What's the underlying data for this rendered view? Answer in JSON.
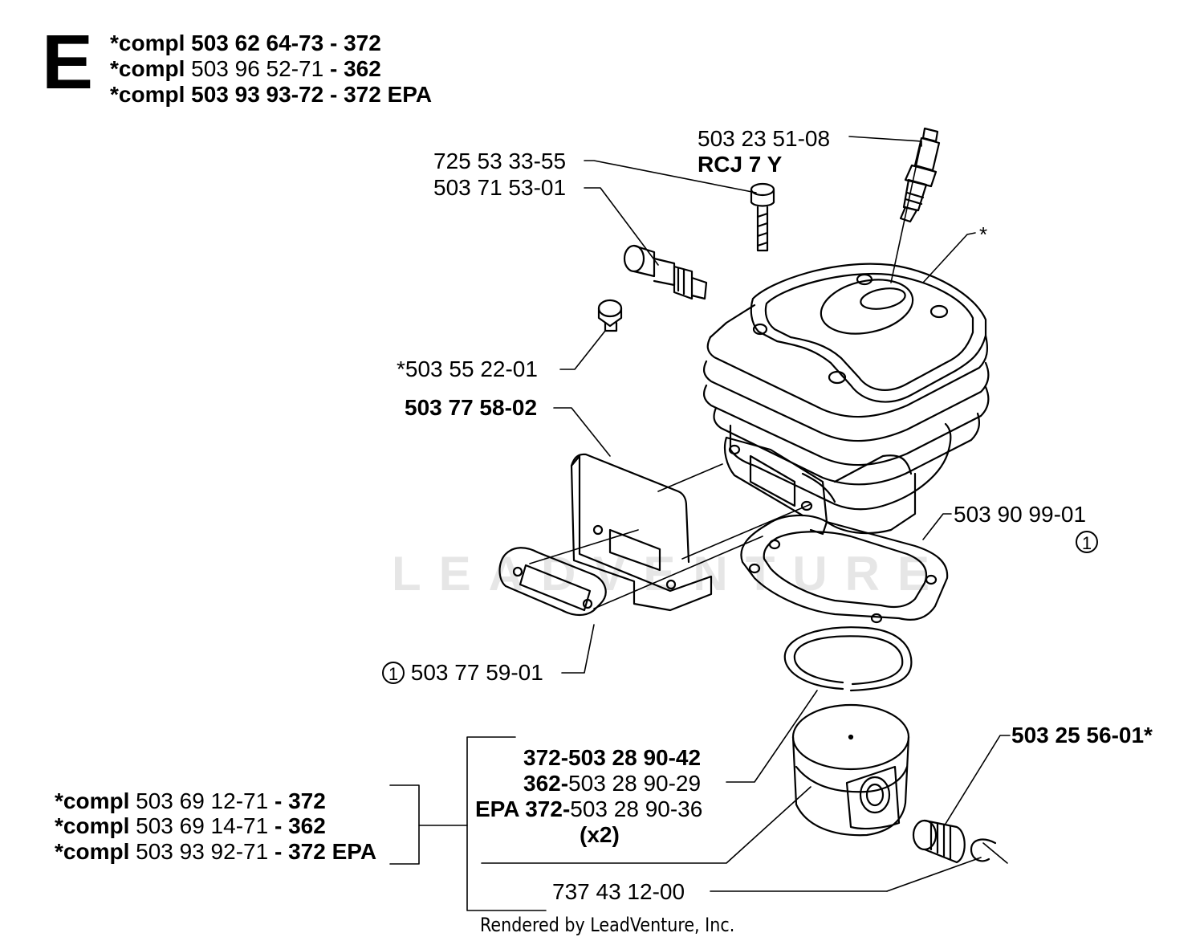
{
  "section": {
    "letter": "E"
  },
  "header": [
    {
      "prefix": "*compl",
      "part": "503 62 64-73",
      "model": "- 372"
    },
    {
      "prefix": "*compl",
      "part": "503 96 52-71",
      "model": "- 362"
    },
    {
      "prefix": "*compl",
      "part": "503 93 93-72",
      "model": "- 372 EPA"
    }
  ],
  "labels": {
    "spark_plug_no": "503 23 51-08",
    "spark_plug_type": "RCJ 7 Y",
    "screw": "725 53 33-55",
    "decomp_valve": "503 71 53-01",
    "cylinder_mark": "*",
    "plug": "*503 55 22-01",
    "heat_shield": "503 77 58-02",
    "base_gasket": "503 90 99-01",
    "base_gasket_mark": "1",
    "exhaust_gasket_mark": "1",
    "exhaust_gasket": "503 77 59-01",
    "needle_bearing": "503 25 56-01*",
    "piston_ring_372_model": "372-",
    "piston_ring_372_part": "503 28 90-42",
    "piston_ring_362_model": "362-",
    "piston_ring_362_part": "503 28 90-29",
    "piston_ring_epa_model": "EPA 372-",
    "piston_ring_epa_part": "503 28 90-36",
    "piston_ring_qty": "(x2)",
    "circlip": "737 43 12-00"
  },
  "piston_kits": [
    {
      "prefix": "*compl",
      "part": "503 69 12-71",
      "model": "- 372"
    },
    {
      "prefix": "*compl",
      "part": "503 69 14-71",
      "model": "- 362"
    },
    {
      "prefix": "*compl",
      "part": "503 93 92-71",
      "model": "- 372 EPA"
    }
  ],
  "watermark": "LEADVENTURE",
  "footer": "Rendered by LeadVenture, Inc."
}
